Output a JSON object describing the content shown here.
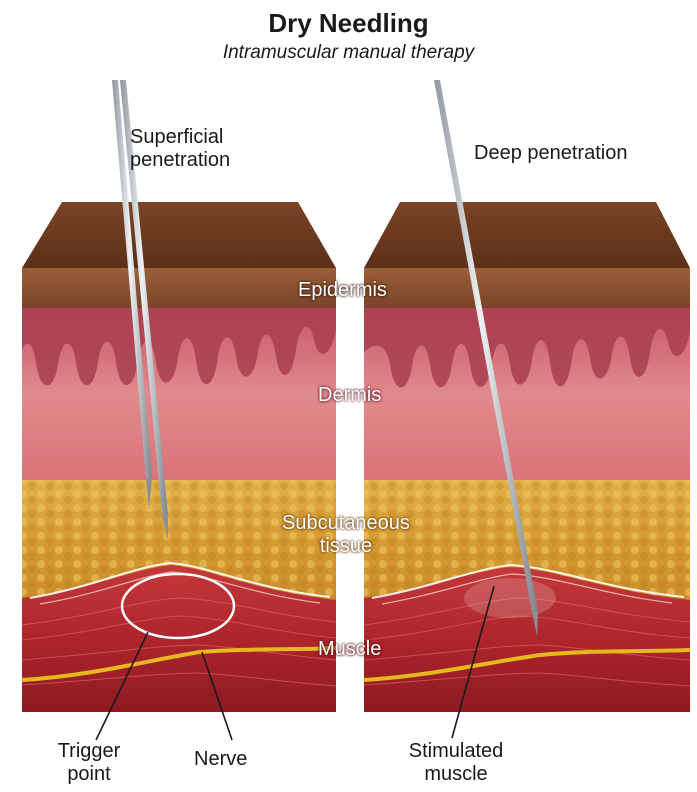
{
  "header": {
    "title": "Dry Needling",
    "subtitle": "Intramuscular manual therapy"
  },
  "panels": {
    "left": {
      "caption_line1": "Superficial",
      "caption_line2": "penetration"
    },
    "right": {
      "caption": "Deep penetration"
    }
  },
  "layers": {
    "epidermis": "Epidermis",
    "dermis": "Dermis",
    "subcutaneous_line1": "Subcutaneous",
    "subcutaneous_line2": "tissue",
    "muscle": "Muscle"
  },
  "callouts": {
    "trigger_line1": "Trigger",
    "trigger_line2": "point",
    "nerve": "Nerve",
    "stimulated_line1": "Stimulated",
    "stimulated_line2": "muscle"
  },
  "colors": {
    "skin_top": "#6e3b22",
    "epidermis": "#8a5030",
    "dermis": "#c9606e",
    "fat": "#d9a53a",
    "muscle": "#b4282a",
    "nerve": "#e6b820",
    "needle": "#c8cdd2"
  },
  "icons": [
    "needle-icon",
    "trigger-point-circle-icon"
  ]
}
